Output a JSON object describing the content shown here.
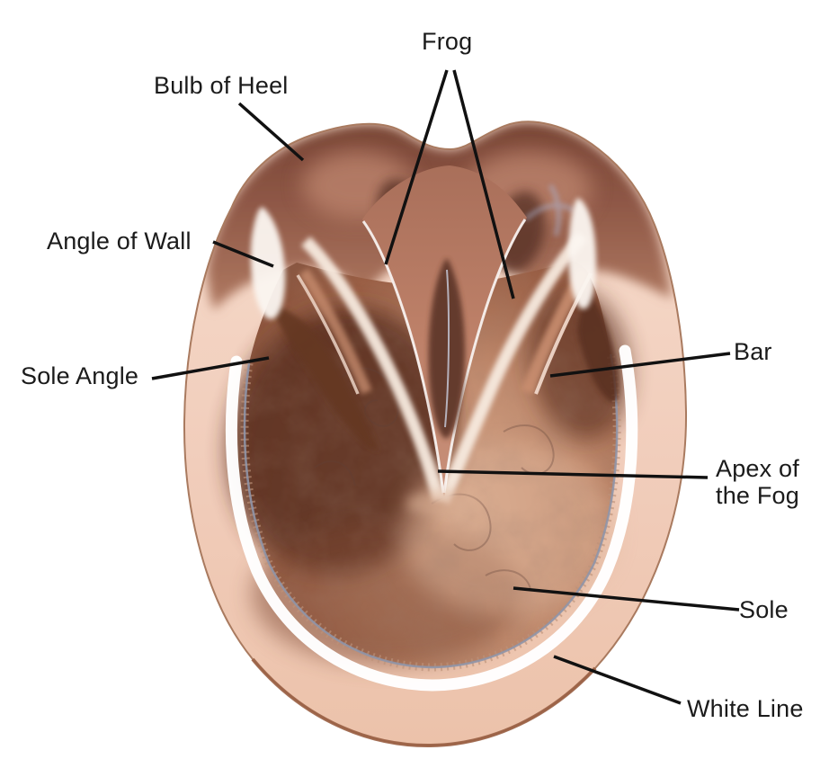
{
  "labels": {
    "frog": "Frog",
    "bulb_of_heel": "Bulb of Heel",
    "angle_of_wall": "Angle of Wall",
    "sole_angle": "Sole Angle",
    "bar": "Bar",
    "apex_of_the_fog": "Apex of the Fog",
    "sole": "Sole",
    "white_line": "White Line"
  },
  "colors": {
    "background": "#ffffff",
    "label_text": "#1b1b1b",
    "leader_line": "#111111",
    "hoof_wall": "#f1cdbb",
    "heel_bulbs": "#8a5243",
    "frog": "#bd8068",
    "sole_dark": "#5d3323",
    "sole_light": "#d9ab8e",
    "white_line_band": "#ffffff",
    "sole_boundary": "#8f95a9"
  }
}
